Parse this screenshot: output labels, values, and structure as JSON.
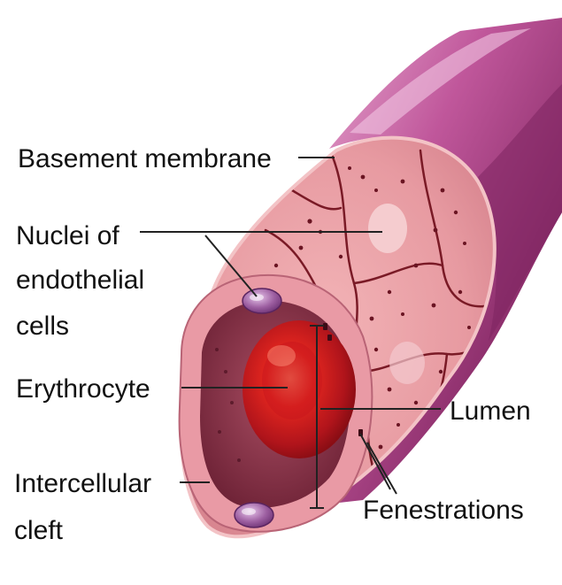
{
  "labels": {
    "basement_membrane": "Basement membrane",
    "nuclei_line1": "Nuclei of",
    "nuclei_line2": "endothelial",
    "nuclei_line3": "cells",
    "erythrocyte": "Erythrocyte",
    "lumen": "Lumen",
    "intercellular_line1": "Intercellular",
    "intercellular_line2": "cleft",
    "fenestrations": "Fenestrations"
  },
  "colors": {
    "vessel_outer": "#9a3a78",
    "vessel_highlight": "#d27ab4",
    "endothelium": "#e59aa2",
    "cell_border": "#7a1a26",
    "erythrocyte": "#c8171d",
    "nucleus": "#8c4a8e",
    "leader_line": "#222222"
  }
}
